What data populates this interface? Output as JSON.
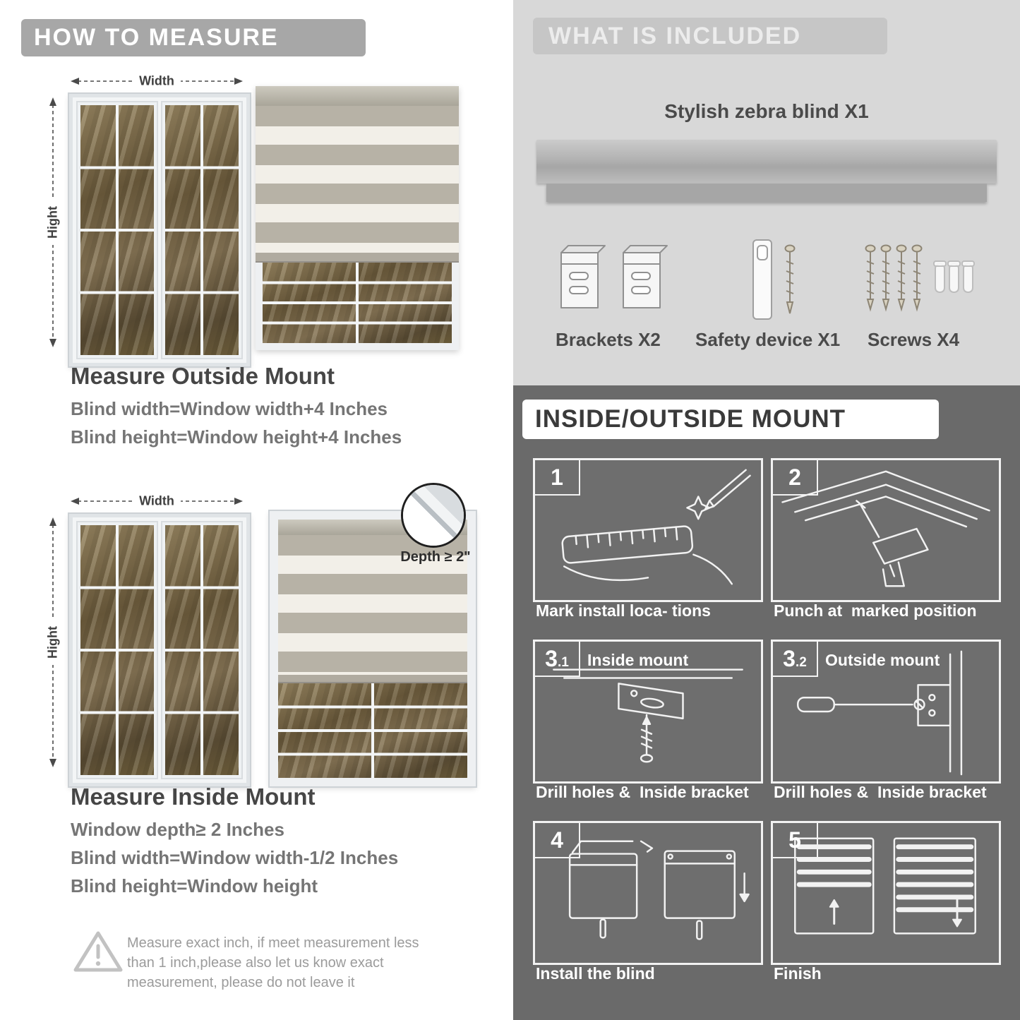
{
  "colors": {
    "header_bar": "#a7a7a7",
    "included_bg": "#d8d8d8",
    "included_header_bar": "#c6c6c6",
    "mount_bg": "#6a6a6a",
    "title_text": "#464646",
    "formula_text": "#757575",
    "stripe_gray": "#b7b2a6",
    "stripe_light": "#f2efe8"
  },
  "left": {
    "header": "HOW TO MEASURE",
    "outside": {
      "width_label": "Width",
      "height_label": "Hight",
      "title": "Measure Outside Mount",
      "line1": "Blind width=Window width+4 Inches",
      "line2": "Blind height=Window height+4 Inches"
    },
    "inside": {
      "width_label": "Width",
      "height_label": "Hight",
      "depth_callout": "Depth ≥ 2\"",
      "title": "Measure Inside Mount",
      "line1": "Window depth≥ 2 Inches",
      "line2": "Blind width=Window width-1/2 Inches",
      "line3": "Blind height=Window height"
    },
    "warning_text": "Measure exact inch, if meet measurement less than 1 inch,please also let us know exact measurement, please do not leave it"
  },
  "included": {
    "header": "WHAT IS INCLUDED",
    "blind_label": "Stylish zebra blind X1",
    "items": [
      {
        "label": "Brackets X2"
      },
      {
        "label": "Safety device X1"
      },
      {
        "label": "Screws X4"
      }
    ]
  },
  "mount": {
    "header": "INSIDE/OUTSIDE MOUNT",
    "steps": [
      {
        "num": "1",
        "sub": "",
        "title": "",
        "caption": "Mark install loca- tions"
      },
      {
        "num": "2",
        "sub": "",
        "title": "",
        "caption": "Punch at  marked position"
      },
      {
        "num": "3",
        "sub": ".1",
        "title": "Inside mount",
        "caption": "Drill holes &  Inside bracket"
      },
      {
        "num": "3",
        "sub": ".2",
        "title": "Outside mount",
        "caption": "Drill holes &  Inside bracket"
      },
      {
        "num": "4",
        "sub": "",
        "title": "",
        "caption": "Install the blind"
      },
      {
        "num": "5",
        "sub": "",
        "title": "",
        "caption": "Finish"
      }
    ]
  }
}
